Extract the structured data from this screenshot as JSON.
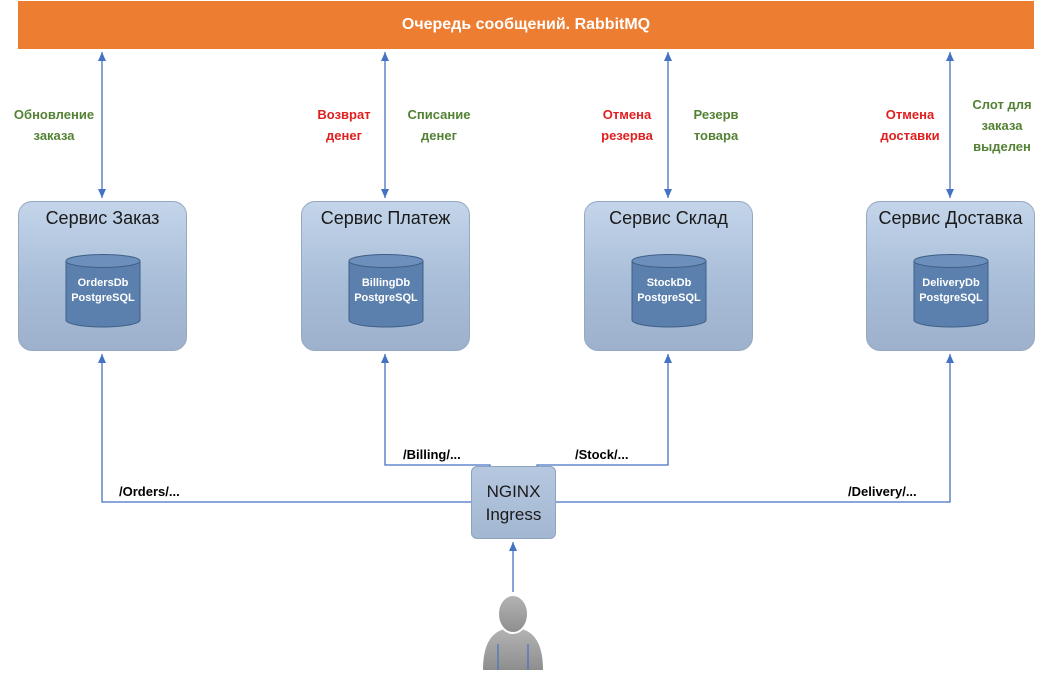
{
  "queue": {
    "title": "Очередь сообщений. RabbitMQ"
  },
  "services": [
    {
      "title": "Сервис Заказ",
      "db_name": "OrdersDb",
      "db_engine": "PostgreSQL"
    },
    {
      "title": "Сервис Платеж",
      "db_name": "BillingDb",
      "db_engine": "PostgreSQL"
    },
    {
      "title": "Сервис Склад",
      "db_name": "StockDb",
      "db_engine": "PostgreSQL"
    },
    {
      "title": "Сервис Доставка",
      "db_name": "DeliveryDb",
      "db_engine": "PostgreSQL"
    }
  ],
  "events": {
    "order_update": {
      "line1": "Обновление",
      "line2": "заказа",
      "color": "#548235"
    },
    "refund": {
      "line1": "Возврат",
      "line2": "денег",
      "color": "#e02020"
    },
    "charge": {
      "line1": "Списание",
      "line2": "денег",
      "color": "#548235"
    },
    "cancel_reserve": {
      "line1": "Отмена",
      "line2": "резерва",
      "color": "#e02020"
    },
    "reserve": {
      "line1": "Резерв",
      "line2": "товара",
      "color": "#548235"
    },
    "cancel_delivery": {
      "line1": "Отмена",
      "line2": "доставки",
      "color": "#e02020"
    },
    "slot": {
      "line1": "Слот для",
      "line2": "заказа",
      "line3": "выделен",
      "color": "#548235"
    }
  },
  "routes": {
    "orders": "/Orders/...",
    "billing": "/Billing/...",
    "stock": "/Stock/...",
    "delivery": "/Delivery/..."
  },
  "ingress": {
    "line1": "NGINX",
    "line2": "Ingress"
  },
  "colors": {
    "queue": "#ed7d31",
    "service_fill": "#a8bdd8",
    "db_fill": "#5b80ad",
    "connector": "#4472c4",
    "success_text": "#548235",
    "compensation_text": "#e02020"
  },
  "icons": {
    "user": "user-icon",
    "database": "database-cylinder-icon"
  }
}
